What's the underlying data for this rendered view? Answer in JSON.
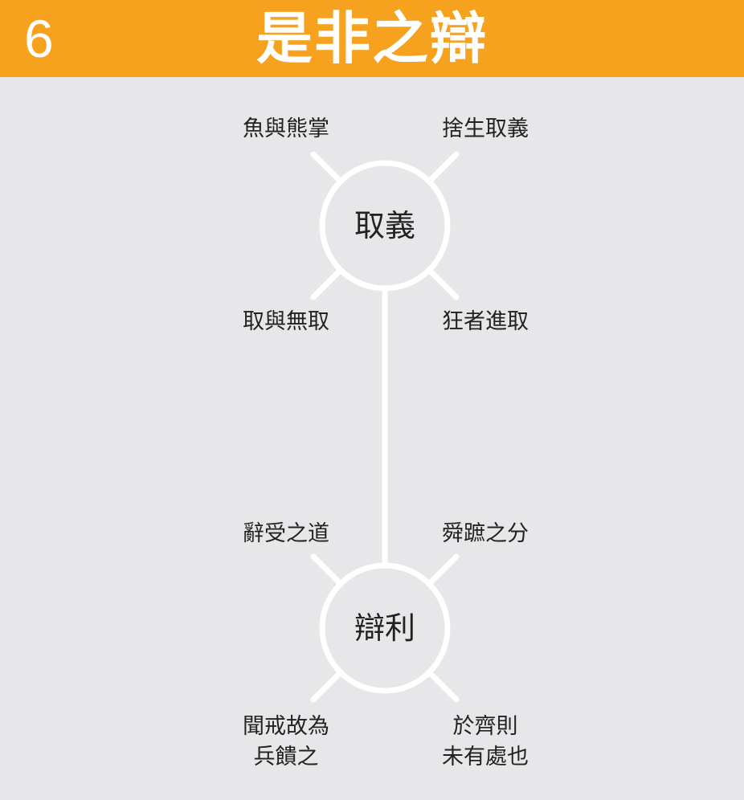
{
  "header": {
    "number": "6",
    "title": "是非之辯",
    "background": "#f7a21e",
    "text_color": "#ffffff"
  },
  "colors": {
    "canvas": "#e7e7e9",
    "lines": "#ffffff",
    "text": "#222222"
  },
  "nodes": {
    "top": {
      "center": "取義",
      "top_left": "魚與熊掌",
      "top_right": "捨生取義",
      "bottom_left": "取與無取",
      "bottom_right": "狂者進取"
    },
    "bottom": {
      "center": "辯利",
      "top_left": "辭受之道",
      "top_right": "舜蹠之分",
      "bottom_left_line1": "聞戒故為",
      "bottom_left_line2": "兵饋之",
      "bottom_right_line1": "於齊則",
      "bottom_right_line2": "未有處也"
    }
  }
}
